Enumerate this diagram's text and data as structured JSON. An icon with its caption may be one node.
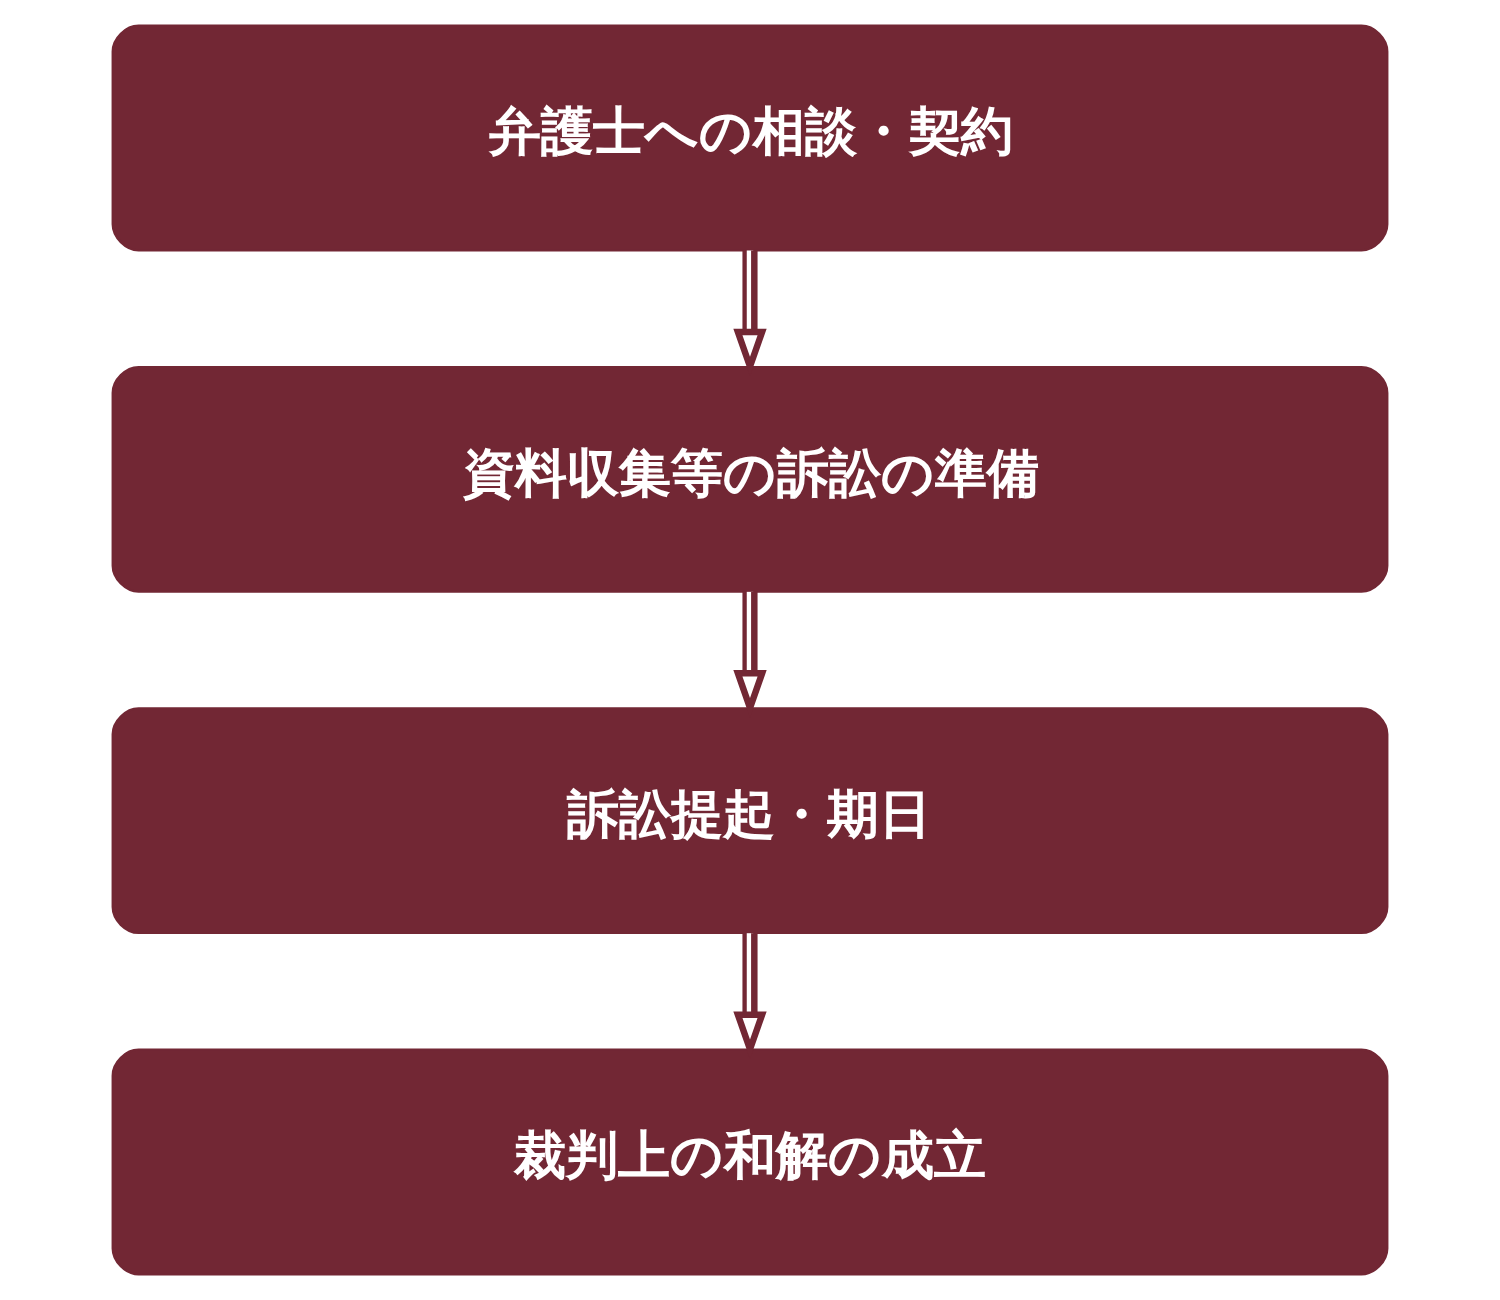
{
  "diagram": {
    "nodes": [
      {
        "text": [
          "弁護士への相談・契約"
        ]
      },
      {
        "text": [
          "資料収集等の訴訟の準備"
        ]
      },
      {
        "text": [
          "訴訟提起・期日"
        ]
      },
      {
        "text": [
          "裁判上の和解の成立"
        ]
      }
    ],
    "edges": [
      {
        "from": 0,
        "to": 1,
        "arrow": "to"
      },
      {
        "from": 1,
        "to": 2,
        "arrow": "to"
      },
      {
        "from": 2,
        "to": 3,
        "arrow": "to"
      }
    ]
  }
}
